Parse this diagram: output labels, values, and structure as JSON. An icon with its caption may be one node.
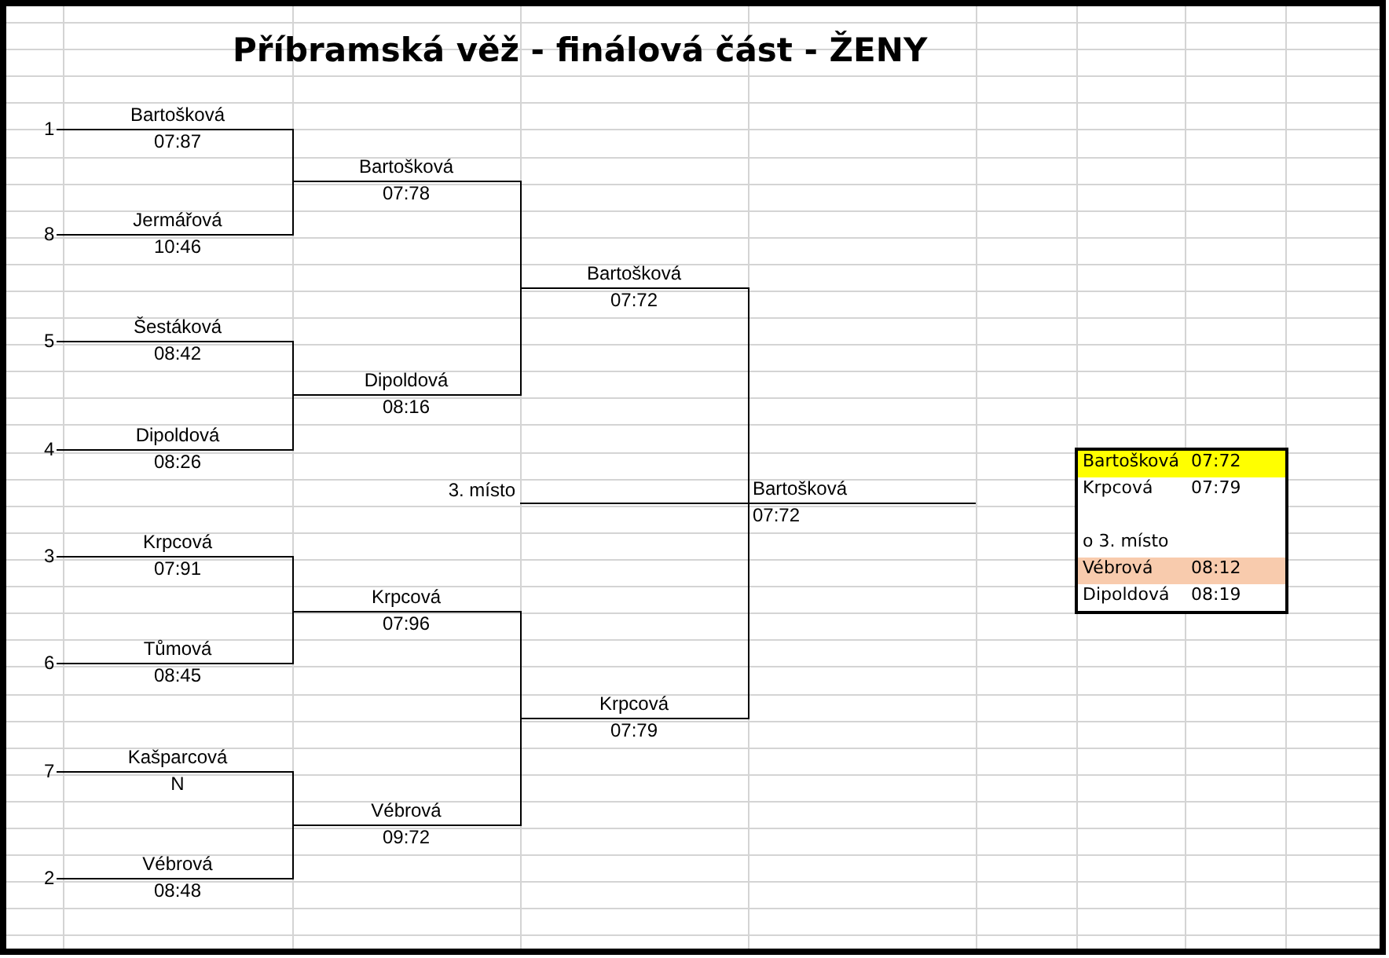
{
  "diagram": {
    "title": "Příbramská věž - finálová část - ŽENY",
    "nodes": [
      {
        "text": [
          "Bartošková",
          "07:87"
        ],
        "beside": [
          "1"
        ]
      },
      {
        "text": [
          "Jermářová",
          "10:46"
        ],
        "beside": [
          "8"
        ]
      },
      {
        "text": [
          "Šestáková",
          "08:42"
        ],
        "beside": [
          "5"
        ]
      },
      {
        "text": [
          "Dipoldová",
          "08:26"
        ],
        "beside": [
          "4"
        ]
      },
      {
        "text": [
          "Krpcová",
          "07:91"
        ],
        "beside": [
          "3"
        ]
      },
      {
        "text": [
          "Tůmová",
          "08:45"
        ],
        "beside": [
          "6"
        ]
      },
      {
        "text": [
          "Kašparcová",
          "N"
        ],
        "beside": [
          "7"
        ]
      },
      {
        "text": [
          "Vébrová",
          "08:48"
        ],
        "beside": [
          "2"
        ]
      },
      {
        "text": [
          "Bartošková",
          "07:78"
        ]
      },
      {
        "text": [
          "Dipoldová",
          "08:16"
        ]
      },
      {
        "text": [
          "Krpcová",
          "07:96"
        ]
      },
      {
        "text": [
          "Vébrová",
          "09:72"
        ]
      },
      {
        "text": [
          "Bartošková",
          "07:72"
        ]
      },
      {
        "text": [
          "Krpcová",
          "07:79"
        ]
      },
      {
        "text": [
          "Bartošková",
          "07:72"
        ]
      }
    ],
    "edges": [
      {
        "from": 0,
        "to": 8,
        "arrow": "none"
      },
      {
        "from": 1,
        "to": 8,
        "arrow": "none"
      },
      {
        "from": 2,
        "to": 9,
        "arrow": "none"
      },
      {
        "from": 3,
        "to": 9,
        "arrow": "none"
      },
      {
        "from": 4,
        "to": 10,
        "arrow": "none"
      },
      {
        "from": 5,
        "to": 10,
        "arrow": "none"
      },
      {
        "from": 6,
        "to": 11,
        "arrow": "none"
      },
      {
        "from": 7,
        "to": 11,
        "arrow": "none"
      },
      {
        "from": 8,
        "to": 12,
        "arrow": "none"
      },
      {
        "from": 9,
        "to": 12,
        "arrow": "none"
      },
      {
        "from": 10,
        "to": 13,
        "arrow": "none"
      },
      {
        "from": 11,
        "to": 13,
        "arrow": "none"
      },
      {
        "from": 12,
        "to": 14,
        "arrow": "none"
      },
      {
        "from": 13,
        "to": 14,
        "arrow": "none"
      }
    ],
    "labels": [
      "3. místo",
      "Bartošková",
      "07:72",
      "Krpcová",
      "07:79",
      "o 3. místo",
      "Vébrová",
      "08:12",
      "Dipoldová",
      "08:19"
    ]
  }
}
